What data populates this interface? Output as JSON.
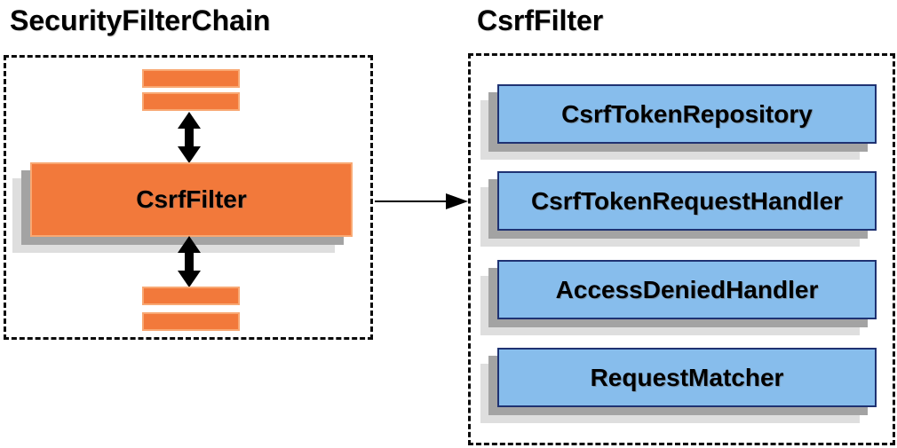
{
  "left_panel": {
    "title": "SecurityFilterChain",
    "filter_box_label": "CsrfFilter",
    "other_filter_bars": {
      "above_count": 2,
      "below_count": 2,
      "meaning": "other filters in the chain (unlabeled orange bars)"
    }
  },
  "right_panel": {
    "title": "CsrfFilter",
    "components": [
      "CsrfTokenRepository",
      "CsrfTokenRequestHandler",
      "AccessDeniedHandler",
      "RequestMatcher"
    ]
  },
  "connectors": {
    "vertical": "double-headed arrows between chain bars and CsrfFilter box",
    "horizontal": "single-headed arrow from SecurityFilterChain to CsrfFilter detail box"
  },
  "colors": {
    "background": "#ffffff",
    "text": "#000000",
    "orange_fill": "#f2793b",
    "orange_border": "#f8a873",
    "blue_fill": "#87bdec",
    "blue_border": "#1f3272",
    "shadow_dark": "#a3a3a3",
    "shadow_light": "#dedede",
    "dashed_border": "#0a0a0a",
    "arrow": "#000000"
  }
}
